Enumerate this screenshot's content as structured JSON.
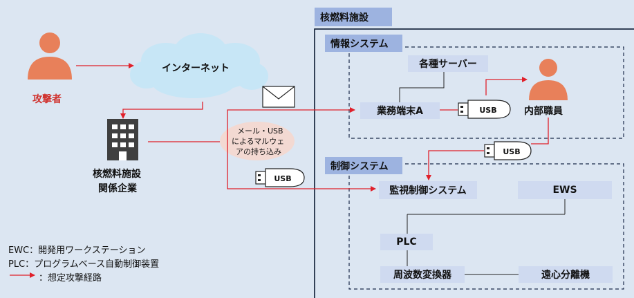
{
  "facility": {
    "title": "核燃料施設"
  },
  "info_system": {
    "title": "情報システム",
    "servers": "各種サーバー",
    "terminal": "業務端末A",
    "staff": "内部職員"
  },
  "control_system": {
    "title": "制御システム",
    "monitor": "監視制御システム",
    "ews": "EWS",
    "plc": "PLC",
    "converter": "周波数変換器",
    "centrifuge": "遠心分離機"
  },
  "outside": {
    "attacker": "攻撃者",
    "internet": "インターネット",
    "company_line1": "核燃料施設",
    "company_line2": "関係企業",
    "malware_line1": "メール・USB",
    "malware_line2": "によるマルウェ",
    "malware_line3": "アの持ち込み"
  },
  "usb_label": "USB",
  "legend": {
    "ewc": "EWC：開発用ワークステーション",
    "plc": "PLC：プログラムベース自動制御装置",
    "route": "：想定攻撃経路"
  },
  "colors": {
    "background": "#dce6f2",
    "attack_route": "#e0202a",
    "attacker": "#e8805a",
    "attacker_label": "#d0312d",
    "building": "#3f3f3f",
    "tag": "#9db3e0",
    "node": "#cfdaf0"
  }
}
